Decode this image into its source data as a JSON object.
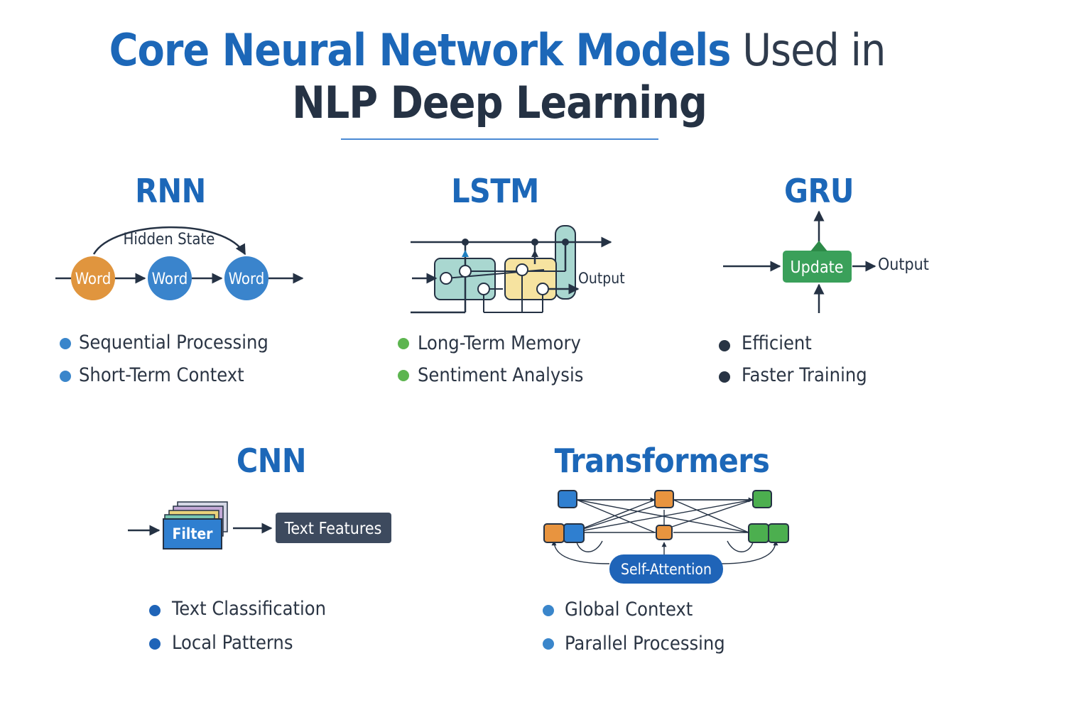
{
  "title": {
    "line1_accent": "Core Neural Network Models",
    "line1_rest": " Used in",
    "line2": "NLP Deep Learning"
  },
  "colors": {
    "accent_blue": "#1c67b8",
    "dark_text": "#2b3544",
    "word_orange": "#e0953e",
    "word_blue": "#3a84cc",
    "lstm_teal": "#a9d7d0",
    "lstm_yellow": "#f6e3a0",
    "update_green": "#3aa05a",
    "node_orange": "#e8943f",
    "node_blue": "#2f7fd0",
    "node_green": "#4caf4f",
    "self_attention_blue": "#1f64b8",
    "text_features_bg": "#3d4a5e",
    "bullet_blue": "#3a86cb",
    "bullet_green": "#5db550",
    "bullet_dark": "#283444",
    "bullet_blue_dark": "#1f64b8"
  },
  "rnn": {
    "title": "RNN",
    "loop_label": "Hidden State",
    "words": [
      "Word",
      "Word",
      "Word"
    ],
    "bullets": [
      "Sequential Processing",
      "Short-Term Context"
    ]
  },
  "lstm": {
    "title": "LSTM",
    "output_label": "Output",
    "bullets": [
      "Long-Term Memory",
      "Sentiment Analysis"
    ]
  },
  "gru": {
    "title": "GRU",
    "gate_label": "Update",
    "output_label": "Output",
    "bullets": [
      "Efficient",
      "Faster Training"
    ]
  },
  "cnn": {
    "title": "CNN",
    "filter_label": "Filter",
    "features_label": "Text Features",
    "bullets": [
      "Text Classification",
      "Local Patterns"
    ]
  },
  "transformers": {
    "title": "Transformers",
    "attention_label": "Self-Attention",
    "bullets": [
      "Global Context",
      "Parallel Processing"
    ]
  }
}
